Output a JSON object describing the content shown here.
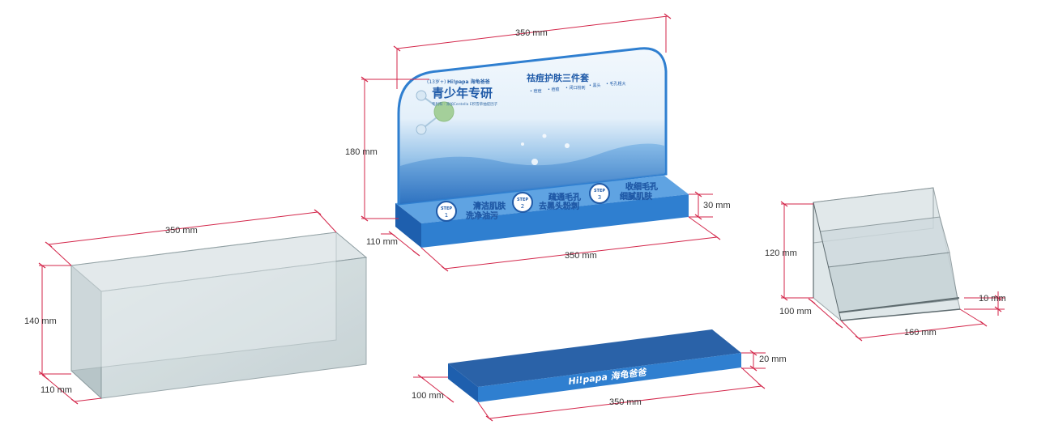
{
  "colors": {
    "dimension_line": "#d3264a",
    "base_blue": "#2f7fd0",
    "base_blue_dark": "#1e5fae",
    "tray_blue": "#2a62a8",
    "panel_light": "#e6f2fb",
    "acrylic": "#c9d5d8"
  },
  "display_stand": {
    "brand_tag": "(13岁+)",
    "brand_name": "Hi!papa 海龟爸爸",
    "headline": "青少年专研",
    "subline": "专利科 · 添加Centella E积雪草抽提因子",
    "product_title": "祛痘护肤三件套",
    "tags": [
      "• 痘痘",
      "• 痘痕",
      "• 闭口粉刺",
      "• 黑头",
      "• 毛孔粗大"
    ],
    "steps": [
      {
        "badge": "STEP",
        "num": "1",
        "line1": "清洁肌肤",
        "line2": "洗净油污"
      },
      {
        "badge": "STEP",
        "num": "2",
        "line1": "疏通毛孔",
        "line2": "去黑头粉刺"
      },
      {
        "badge": "STEP",
        "num": "3",
        "line1": "收细毛孔",
        "line2": "细腻肌肤"
      }
    ],
    "dims": {
      "width_top": "350 mm",
      "height": "180 mm",
      "base_height": "30 mm",
      "depth": "110 mm",
      "width_base": "350 mm"
    }
  },
  "acrylic_box": {
    "dims": {
      "width": "350 mm",
      "height": "140 mm",
      "depth": "110 mm"
    }
  },
  "branded_tray": {
    "logo_text": "Hi!papa 海龟爸爸",
    "dims": {
      "height": "20 mm",
      "depth": "100 mm",
      "width": "350 mm"
    }
  },
  "tiered_rack": {
    "dims": {
      "height": "120 mm",
      "depth": "100 mm",
      "step": "10 mm",
      "width": "160 mm"
    }
  }
}
